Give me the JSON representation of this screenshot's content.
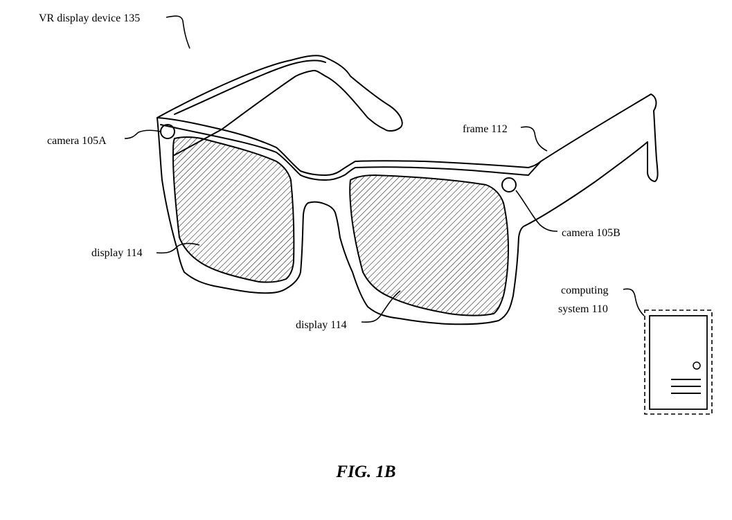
{
  "labels": {
    "vr_device": "VR display device 135",
    "camera_a": "camera 105A",
    "frame": "frame 112",
    "camera_b": "camera 105B",
    "display_left": "display 114",
    "display_right": "display 114",
    "computing_line1": "computing",
    "computing_line2": "system 110"
  },
  "figure_caption": "FIG. 1B"
}
